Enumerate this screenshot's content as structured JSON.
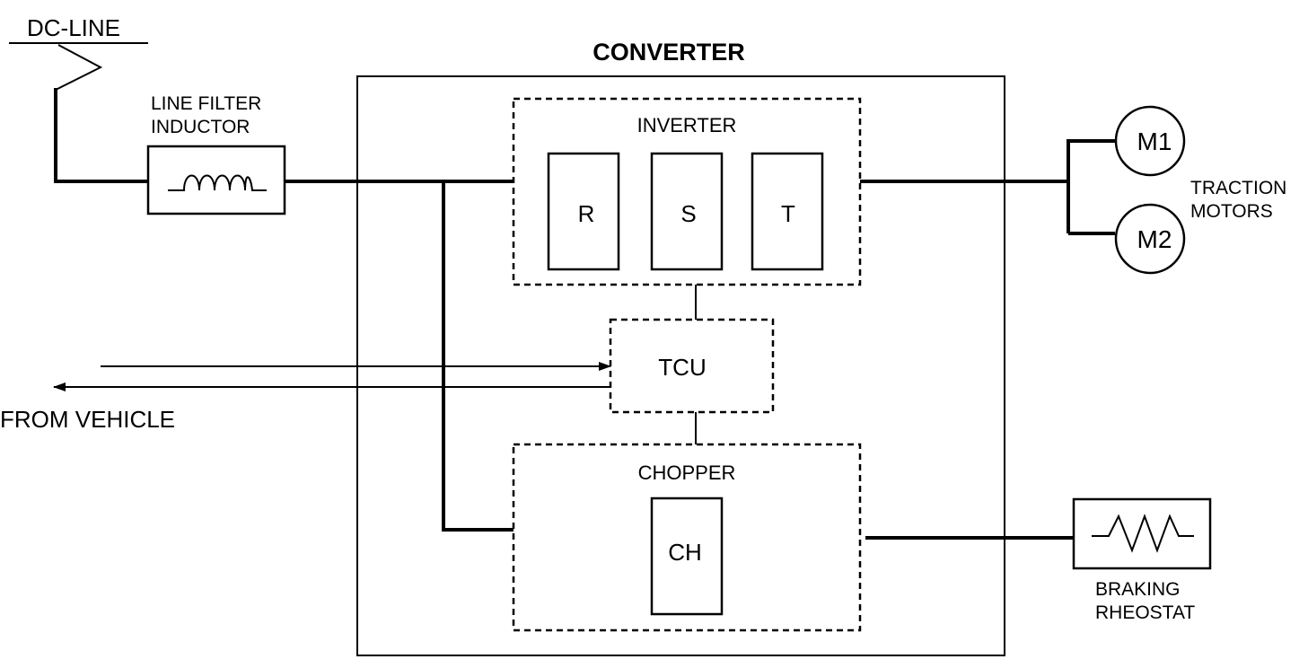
{
  "labels": {
    "dc_line": "DC-LINE",
    "line_filter_1": "LINE FILTER",
    "line_filter_2": "INDUCTOR",
    "converter": "CONVERTER",
    "inverter": "INVERTER",
    "phase_r": "R",
    "phase_s": "S",
    "phase_t": "T",
    "tcu": "TCU",
    "chopper": "CHOPPER",
    "ch": "CH",
    "m1": "M1",
    "m2": "M2",
    "traction_1": "TRACTION",
    "traction_2": "MOTORS",
    "braking_1": "BRAKING",
    "braking_2": "RHEOSTAT",
    "from_vehicle": "FROM VEHICLE"
  }
}
